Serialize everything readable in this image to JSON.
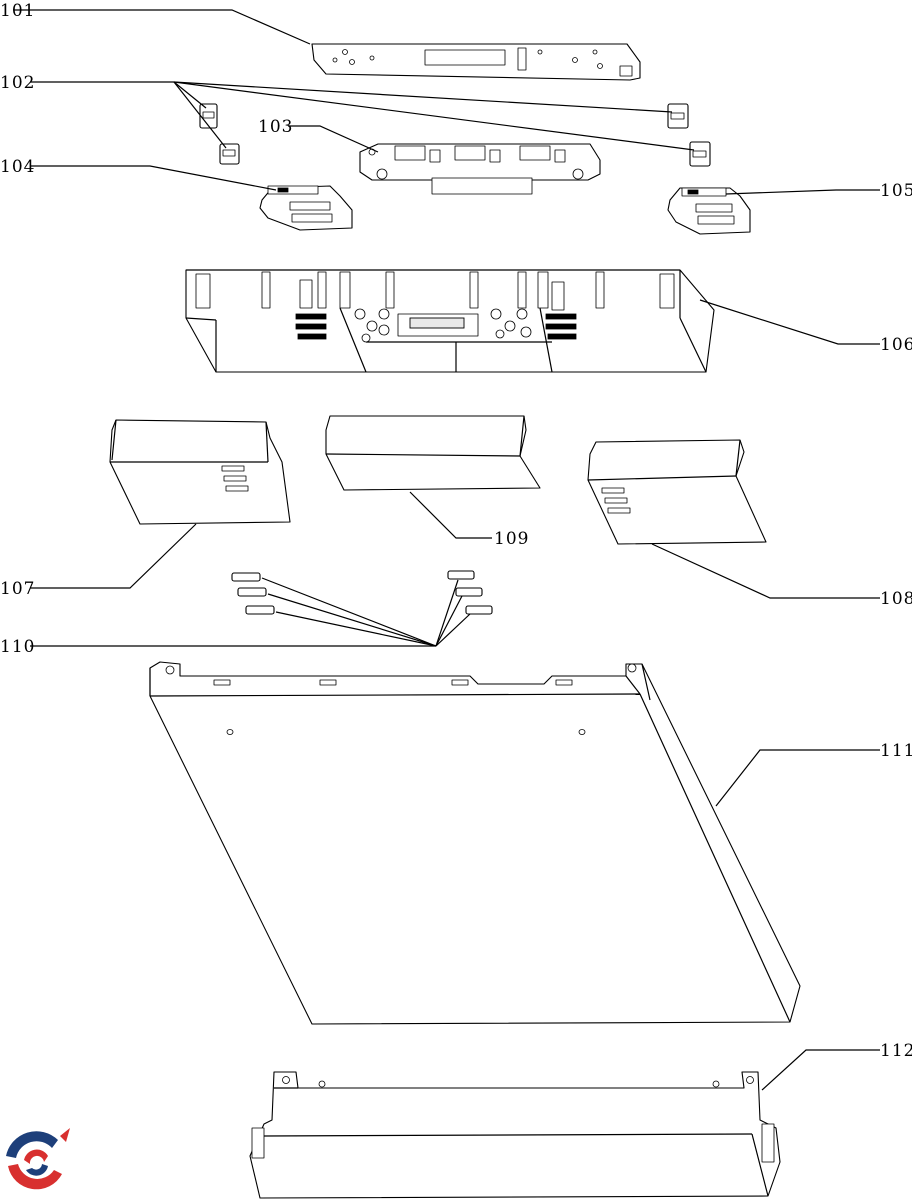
{
  "callouts": [
    {
      "id": "101",
      "text": "101"
    },
    {
      "id": "102",
      "text": "102"
    },
    {
      "id": "103",
      "text": "103"
    },
    {
      "id": "104",
      "text": "104"
    },
    {
      "id": "105",
      "text": "105"
    },
    {
      "id": "106",
      "text": "106"
    },
    {
      "id": "107",
      "text": "107"
    },
    {
      "id": "108",
      "text": "108"
    },
    {
      "id": "109",
      "text": "109"
    },
    {
      "id": "110",
      "text": "110"
    },
    {
      "id": "111",
      "text": "111"
    },
    {
      "id": "112",
      "text": "112"
    }
  ],
  "colors": {
    "line": "#000000",
    "background": "#ffffff",
    "logo_red": "#d8302f",
    "logo_navy": "#1d3f7a"
  },
  "logo": {
    "icon": "swirl-logo-icon"
  }
}
